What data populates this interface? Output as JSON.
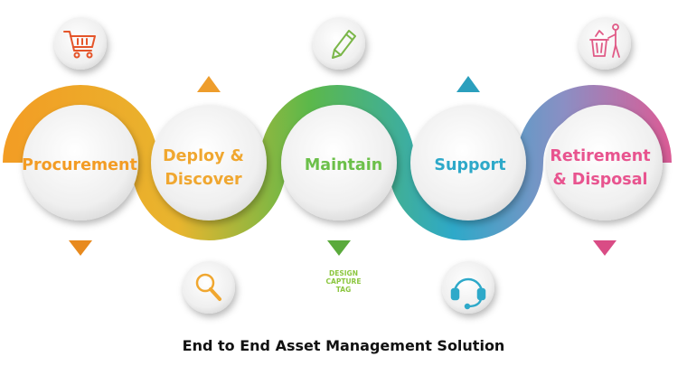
{
  "colors": {
    "procurement": "#f39c24",
    "deploy": "#e8b52e",
    "maintain": "#5cb84a",
    "support": "#2ea9c9",
    "retire": "#e8548f",
    "circle_fill": "#efefef",
    "icon_bubble": "#f2f2f2"
  },
  "stages": [
    {
      "label": "Procurement",
      "icon": "shopping-cart-icon",
      "icon_position": "top"
    },
    {
      "label": "Deploy &\nDiscover",
      "icon": "magnifier-icon",
      "icon_position": "bottom"
    },
    {
      "label": "Maintain",
      "icon": "pencil-icon",
      "icon_position": "top"
    },
    {
      "label": "Support",
      "icon": "headset-icon",
      "icon_position": "bottom"
    },
    {
      "label": "Retirement\n& Disposal",
      "icon": "trash-disposal-icon",
      "icon_position": "top"
    }
  ],
  "watermark": "DESIGN\nCAPTURE\nTAG",
  "caption": "End to End Asset Management  Solution"
}
